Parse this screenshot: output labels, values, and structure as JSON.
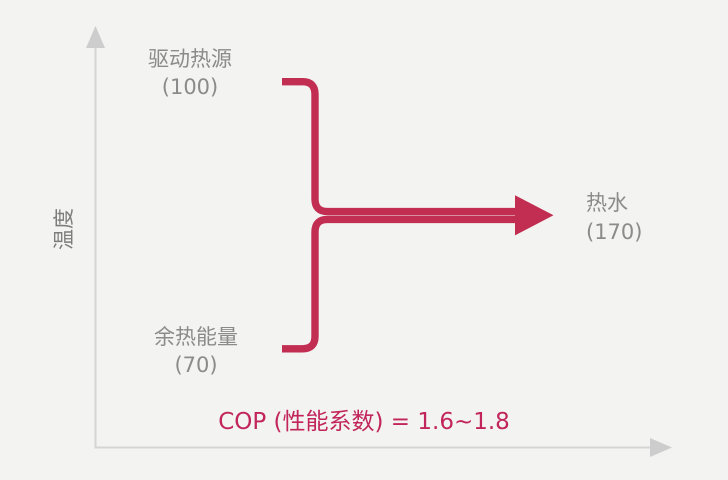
{
  "diagram": {
    "axes": {
      "y_label": "温度"
    },
    "nodes": {
      "driving_heat": {
        "name": "驱动热源",
        "value": "(100)"
      },
      "waste_heat": {
        "name": "余热能量",
        "value": "(70)"
      },
      "hot_water": {
        "name": "热水",
        "value": "(170)"
      }
    },
    "annotation": {
      "cop": "COP (性能系数) = 1.6~1.8"
    },
    "colors": {
      "flow": "#c22d52",
      "accent_text": "#c2255c",
      "axis": "#d4d4d4",
      "axis_arrow": "#cdcdcd",
      "label_gray": "#8b8b8b",
      "axis_label_gray": "#7d7d7d",
      "background": "#f3f3f1"
    }
  }
}
